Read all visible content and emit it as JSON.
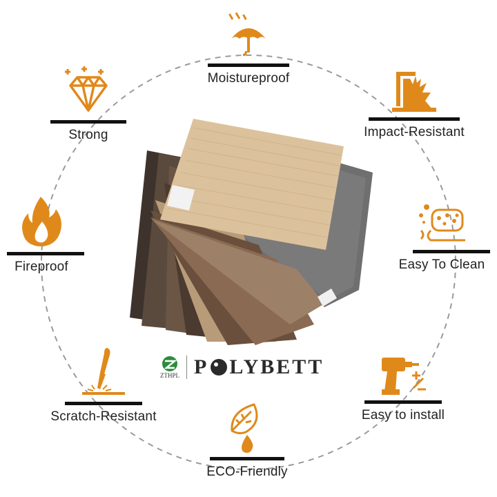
{
  "accent_color": "#e0891b",
  "features": {
    "moistureproof": {
      "label": "Moistureproof",
      "icon": "umbrella-rain-icon"
    },
    "strong": {
      "label": "Strong",
      "icon": "diamond-icon"
    },
    "impact": {
      "label": "Impact-Resistant",
      "icon": "broken-door-icon"
    },
    "fireproof": {
      "label": "Fireproof",
      "icon": "flame-icon"
    },
    "clean": {
      "label": "Easy To Clean",
      "icon": "sponge-icon"
    },
    "scratch": {
      "label": "Scratch-Resistant",
      "icon": "knife-scratch-icon"
    },
    "install": {
      "label": "Easy to install",
      "icon": "drill-icon"
    },
    "eco": {
      "label": "ECO-Friendly",
      "icon": "leaf-drop-icon"
    }
  },
  "brand": {
    "logo_sub": "ZTHPL",
    "name_prefix": "P",
    "name_suffix": "LYBETT"
  }
}
